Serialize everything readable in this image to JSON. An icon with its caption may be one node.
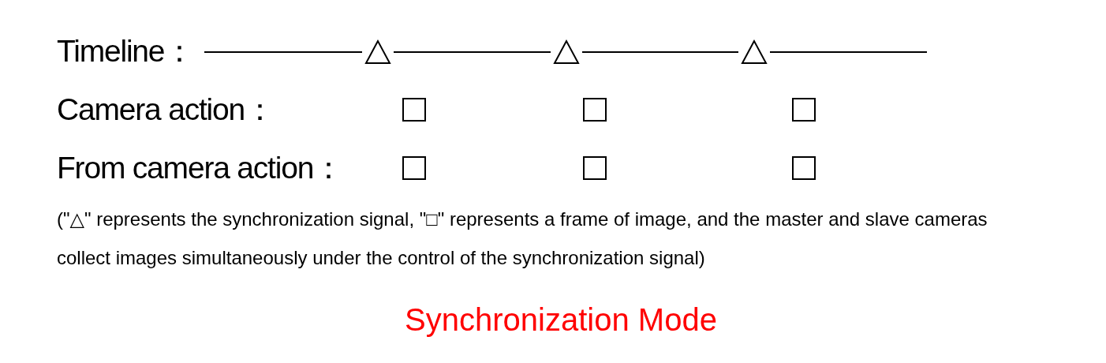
{
  "diagram": {
    "caption": "Synchronization Mode",
    "nodes": [
      {
        "text": [],
        "shape": "triangle"
      },
      {
        "text": [],
        "shape": "triangle"
      },
      {
        "text": [],
        "shape": "triangle"
      },
      {
        "text": [],
        "shape": "box"
      },
      {
        "text": [],
        "shape": "box"
      },
      {
        "text": [],
        "shape": "box"
      },
      {
        "text": [],
        "shape": "box"
      },
      {
        "text": [],
        "shape": "box"
      },
      {
        "text": [],
        "shape": "box"
      }
    ],
    "labels": [
      "Timeline：",
      "Camera action：",
      "From camera action：",
      "(\"△\" represents the synchronization signal, \"□\" represents a frame of image, and the master and slave cameras collect images simultaneously under the control of the synchronization signal)"
    ]
  }
}
